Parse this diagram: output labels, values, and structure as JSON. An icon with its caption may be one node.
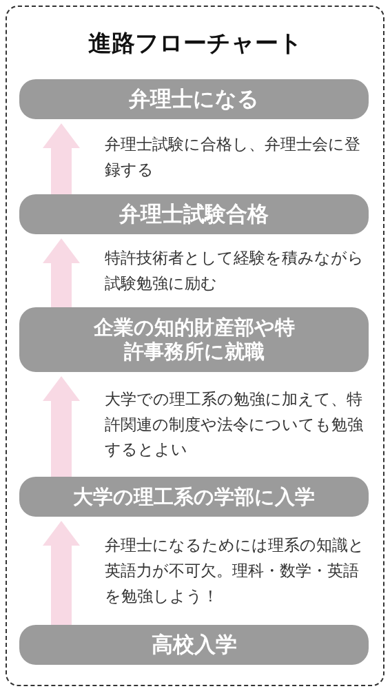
{
  "diagram": {
    "nodes": [
      {
        "text": [
          "進路フローチャート"
        ]
      },
      {
        "text": [
          "弁理士になる"
        ],
        "in": 0
      },
      {
        "text": [
          "弁理士試験合格"
        ],
        "in": 0
      },
      {
        "text": [
          "企業の知的財産部や特許事務所に就職"
        ],
        "in": 0
      },
      {
        "text": [
          "大学の理工系の学部に入学"
        ],
        "in": 0
      },
      {
        "text": [
          "高校入学"
        ],
        "in": 0
      }
    ],
    "edges": [
      {
        "from": 2,
        "to": 1,
        "arrow": "to",
        "label": "弁理士試験に合格し、弁理士会に登録する"
      },
      {
        "from": 3,
        "to": 2,
        "arrow": "to",
        "label": "特許技術者として経験を積みながら試験勉強に励む"
      },
      {
        "from": 4,
        "to": 3,
        "arrow": "to",
        "label": "大学での理工系の勉強に加えて、特許関連の制度や法令についても勉強するとよい"
      },
      {
        "from": 5,
        "to": 4,
        "arrow": "to",
        "label": "弁理士になるためには理系の知識と英語力が不可欠。理科・数学・英語を勉強しよう！"
      }
    ]
  }
}
